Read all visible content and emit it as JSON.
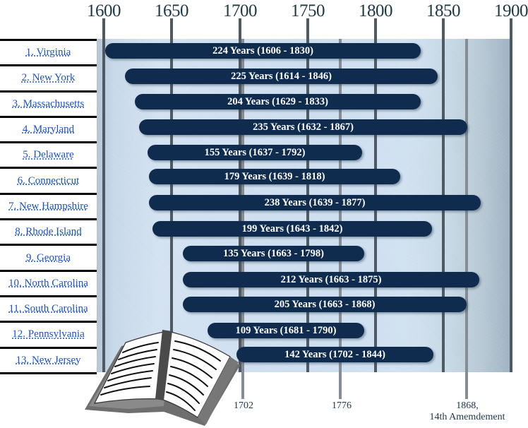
{
  "chart_data": {
    "type": "bar",
    "orientation": "horizontal-gantt",
    "title": "",
    "xlabel": "",
    "ylabel": "",
    "xlim": [
      1600,
      1900
    ],
    "x_ticks": [
      "1600",
      "1650",
      "1700",
      "1750",
      "1800",
      "1850",
      "1900"
    ],
    "grid": true,
    "categories": [
      "1. Virginia",
      "2. New York",
      "3. Massachusetts",
      "4. Maryland",
      "5. Delaware",
      "6. Connecticut",
      "7. New Hampshire",
      "8. Rhode Island",
      "9. Georgia",
      "10. North Carolina",
      "11. South Carolina",
      "12. Pennsylvania",
      "13. New Jersey"
    ],
    "series": [
      {
        "name": "start",
        "values": [
          1606,
          1614,
          1629,
          1632,
          1637,
          1639,
          1639,
          1643,
          1663,
          1663,
          1663,
          1681,
          1702
        ]
      },
      {
        "name": "end",
        "values": [
          1830,
          1846,
          1833,
          1867,
          1792,
          1818,
          1877,
          1842,
          1798,
          1875,
          1868,
          1790,
          1844
        ]
      },
      {
        "name": "years",
        "values": [
          224,
          225,
          204,
          235,
          155,
          179,
          238,
          199,
          135,
          212,
          205,
          109,
          142
        ]
      }
    ],
    "bar_labels": [
      "224 Years (1606 - 1830)",
      "225 Years (1614 - 1846)",
      "204 Years (1629 - 1833)",
      "235 Years (1632 - 1867)",
      "155 Years (1637 - 1792)",
      "179 Years (1639 - 1818)",
      "238 Years (1639 - 1877)",
      "199 Years (1643 - 1842)",
      "135 Years (1663 - 1798)",
      "212 Years (1663 - 1875)",
      "205 Years (1663 - 1868)",
      "109 Years (1681 - 1790)",
      "142 Years (1702 - 1844)"
    ],
    "annotations": [
      {
        "x": 1702,
        "label": "1702"
      },
      {
        "x": 1776,
        "label": "1776"
      },
      {
        "x": 1868,
        "label": "1868,\n14th Amemdement"
      }
    ]
  },
  "axis": {
    "ticks": [
      {
        "label": "1600",
        "year": 1600
      },
      {
        "label": "1650",
        "year": 1650
      },
      {
        "label": "1700",
        "year": 1700
      },
      {
        "label": "1750",
        "year": 1750
      },
      {
        "label": "1800",
        "year": 1800
      },
      {
        "label": "1850",
        "year": 1850
      },
      {
        "label": "1900",
        "year": 1900
      }
    ]
  },
  "markers": [
    {
      "label": "1702",
      "year": 1702
    },
    {
      "label": "1776",
      "year": 1776
    },
    {
      "label_line1": "1868,",
      "label_line2": "14th Amemdement",
      "year": 1868
    }
  ],
  "states": [
    {
      "label": "1. Virginia",
      "start": 1606,
      "end": 1830,
      "bar_label": "224 Years (1606 - 1830)"
    },
    {
      "label": "2. New York",
      "start": 1614,
      "end": 1846,
      "bar_label": "225 Years (1614 - 1846)"
    },
    {
      "label": "3. Massachusetts",
      "start": 1629,
      "end": 1833,
      "bar_label": "204 Years (1629 - 1833)"
    },
    {
      "label": "4. Maryland",
      "start": 1632,
      "end": 1867,
      "bar_label": "235 Years (1632 - 1867)"
    },
    {
      "label": "5. Delaware",
      "start": 1637,
      "end": 1792,
      "bar_label": "155 Years (1637 - 1792)"
    },
    {
      "label": "6. Connecticut",
      "start": 1639,
      "end": 1818,
      "bar_label": "179 Years (1639 - 1818)"
    },
    {
      "label": "7. New Hampshire",
      "start": 1639,
      "end": 1877,
      "bar_label": "238 Years (1639 - 1877)"
    },
    {
      "label": "8. Rhode Island",
      "start": 1643,
      "end": 1842,
      "bar_label": "199 Years (1643 - 1842)"
    },
    {
      "label": "9. Georgia",
      "start": 1663,
      "end": 1798,
      "bar_label": "135 Years (1663 - 1798)"
    },
    {
      "label": "10. North Carolina",
      "start": 1663,
      "end": 1875,
      "bar_label": "212 Years (1663 - 1875)"
    },
    {
      "label": "11. South Carolina",
      "start": 1663,
      "end": 1868,
      "bar_label": "205 Years (1663 - 1868)"
    },
    {
      "label": "12. Pennsylvania",
      "start": 1681,
      "end": 1790,
      "bar_label": "109 Years (1681 - 1790)"
    },
    {
      "label": "13. New Jersey",
      "start": 1702,
      "end": 1844,
      "bar_label": "142 Years (1702 - 1844)"
    }
  ],
  "colors": {
    "bar": "#0f2c4f",
    "bar_text": "#ffffff",
    "link": "#1a52c8",
    "axis_text": "#1d3848",
    "gridline": "#4f5962",
    "marker_line": "#858d93"
  },
  "decoration": {
    "icon": "open-book-icon"
  }
}
